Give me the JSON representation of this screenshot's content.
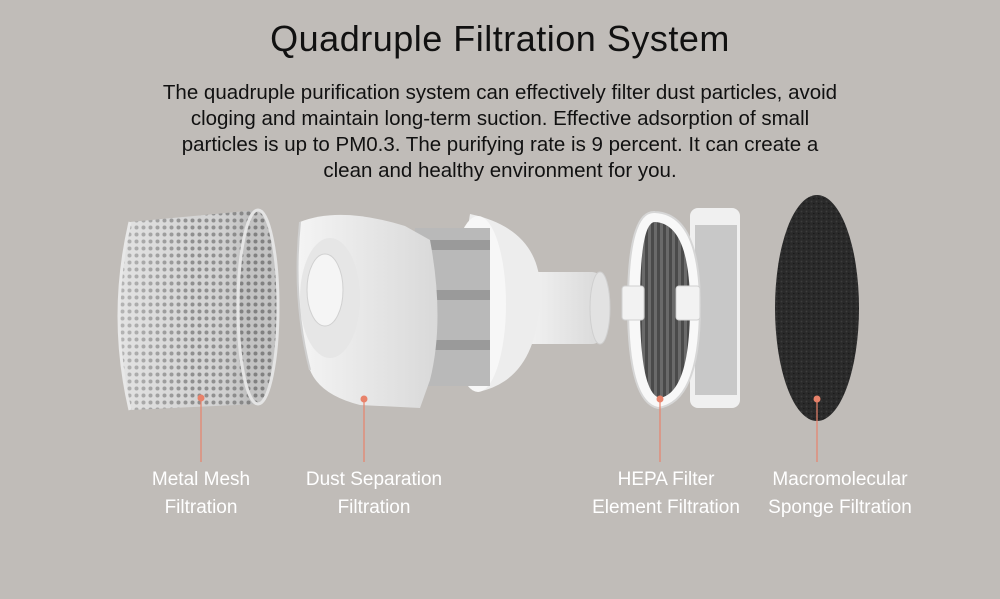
{
  "title": "Quadruple Filtration System",
  "description": [
    "The quadruple purification system can effectively filter dust particles, avoid",
    "cloging and maintain long-term suction. Effective adsorption of small",
    "particles is up to PM0.3. The purifying rate is 9 percent. It can create a",
    "clean and healthy environment for you."
  ],
  "components": [
    {
      "line1": "Metal Mesh",
      "line2": "Filtration"
    },
    {
      "line1": "Dust Separation",
      "line2": "Filtration"
    },
    {
      "line1": "HEPA Filter",
      "line2": "Element Filtration"
    },
    {
      "line1": "Macromolecular",
      "line2": "Sponge Filtration"
    }
  ],
  "colors": {
    "background": "#c0bcb8",
    "marker": "#e8826a",
    "label_text": "#ffffff"
  }
}
